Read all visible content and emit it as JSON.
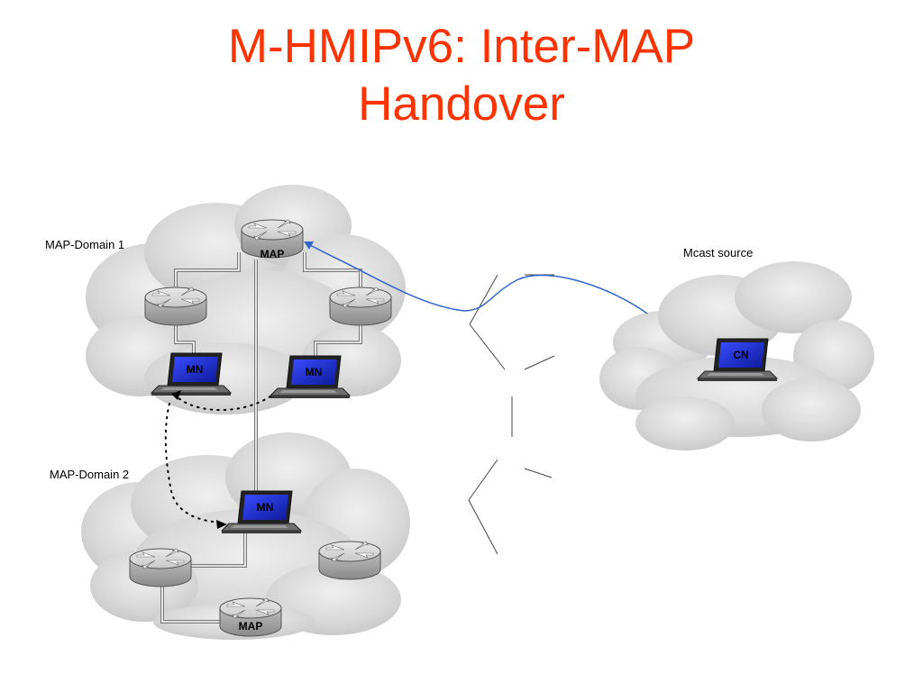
{
  "slide": {
    "title_line1": "M-HMIPv6: Inter-MAP",
    "title_line2": "Handover"
  },
  "labels": {
    "domain1": "MAP-Domain 1",
    "domain2": "MAP-Domain 2",
    "mcast_source": "Mcast source"
  },
  "devices": {
    "map_top": "MAP",
    "map_bottom": "MAP",
    "mn_left": "MN",
    "mn_right": "MN",
    "mn_bottom": "MN",
    "cn": "CN"
  },
  "colors": {
    "title": "#ff3300",
    "multicast_path": "#3366cc",
    "laptop_screen": "#1f2fcc",
    "cloud": "#d4d4d4"
  }
}
